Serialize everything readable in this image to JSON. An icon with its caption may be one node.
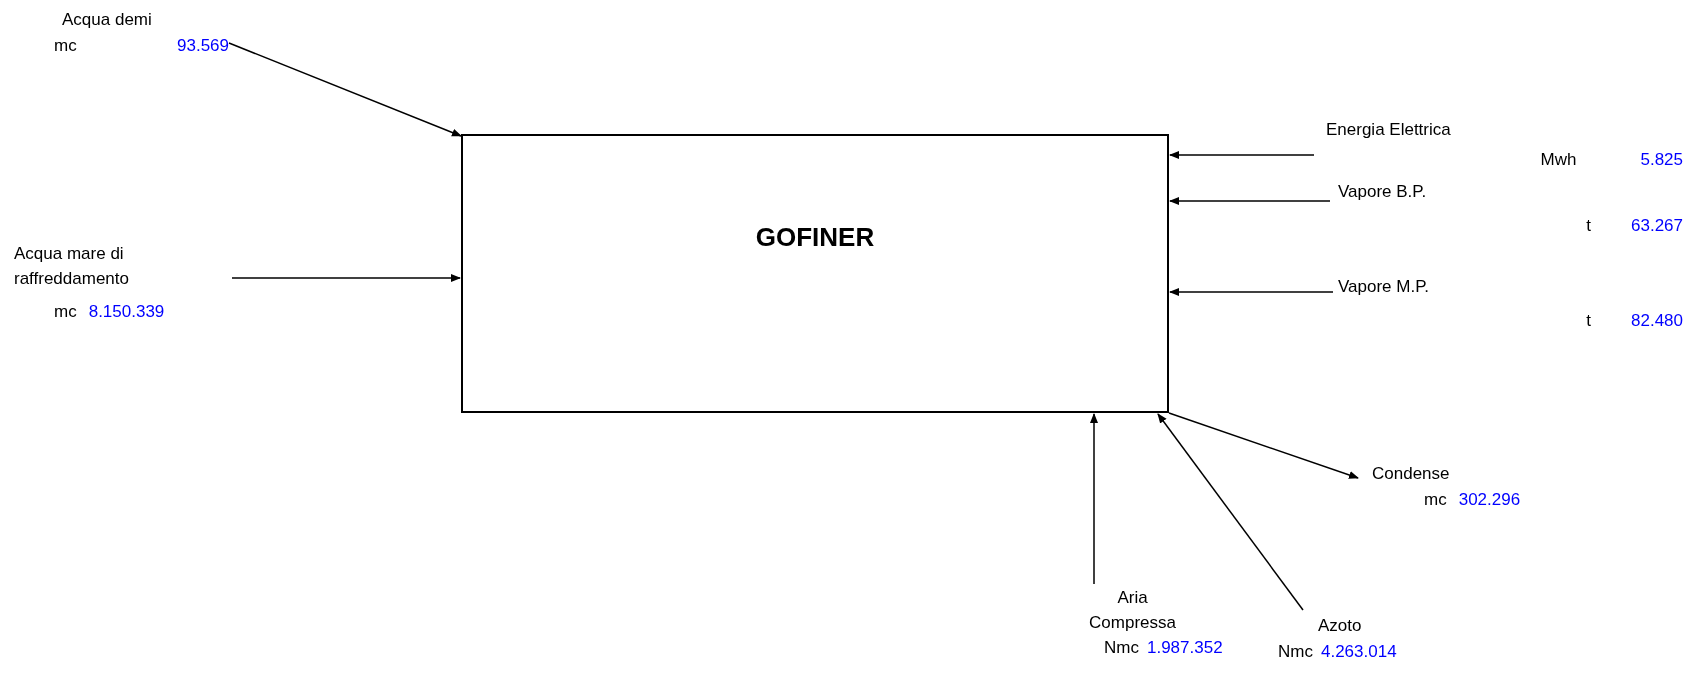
{
  "diagram": {
    "nodes": [
      {
        "text": [
          "GOFINER"
        ]
      },
      {
        "text": [
          "Acqua demi",
          "mc",
          "93.569"
        ]
      },
      {
        "text": [
          "Acqua mare di raffreddamento",
          "mc",
          "8.150.339"
        ]
      },
      {
        "text": [
          "Energia Elettrica",
          "Mwh",
          "5.825"
        ]
      },
      {
        "text": [
          "Vapore B.P.",
          "t",
          "63.267"
        ]
      },
      {
        "text": [
          "Vapore M.P.",
          "t",
          "82.480"
        ]
      },
      {
        "text": [
          "Condense",
          "mc",
          "302.296"
        ]
      },
      {
        "text": [
          "Aria Compressa",
          "Nmc",
          "1.987.352"
        ]
      },
      {
        "text": [
          "Azoto",
          "Nmc",
          "4.263.014"
        ]
      }
    ],
    "edges": [
      {
        "from": 1,
        "to": 0,
        "arrow": "to"
      },
      {
        "from": 2,
        "to": 0,
        "arrow": "to"
      },
      {
        "from": 3,
        "to": 0,
        "arrow": "to"
      },
      {
        "from": 4,
        "to": 0,
        "arrow": "to"
      },
      {
        "from": 5,
        "to": 0,
        "arrow": "to"
      },
      {
        "from": 0,
        "to": 6,
        "arrow": "to"
      },
      {
        "from": 7,
        "to": 0,
        "arrow": "to"
      },
      {
        "from": 8,
        "to": 0,
        "arrow": "to"
      }
    ]
  }
}
